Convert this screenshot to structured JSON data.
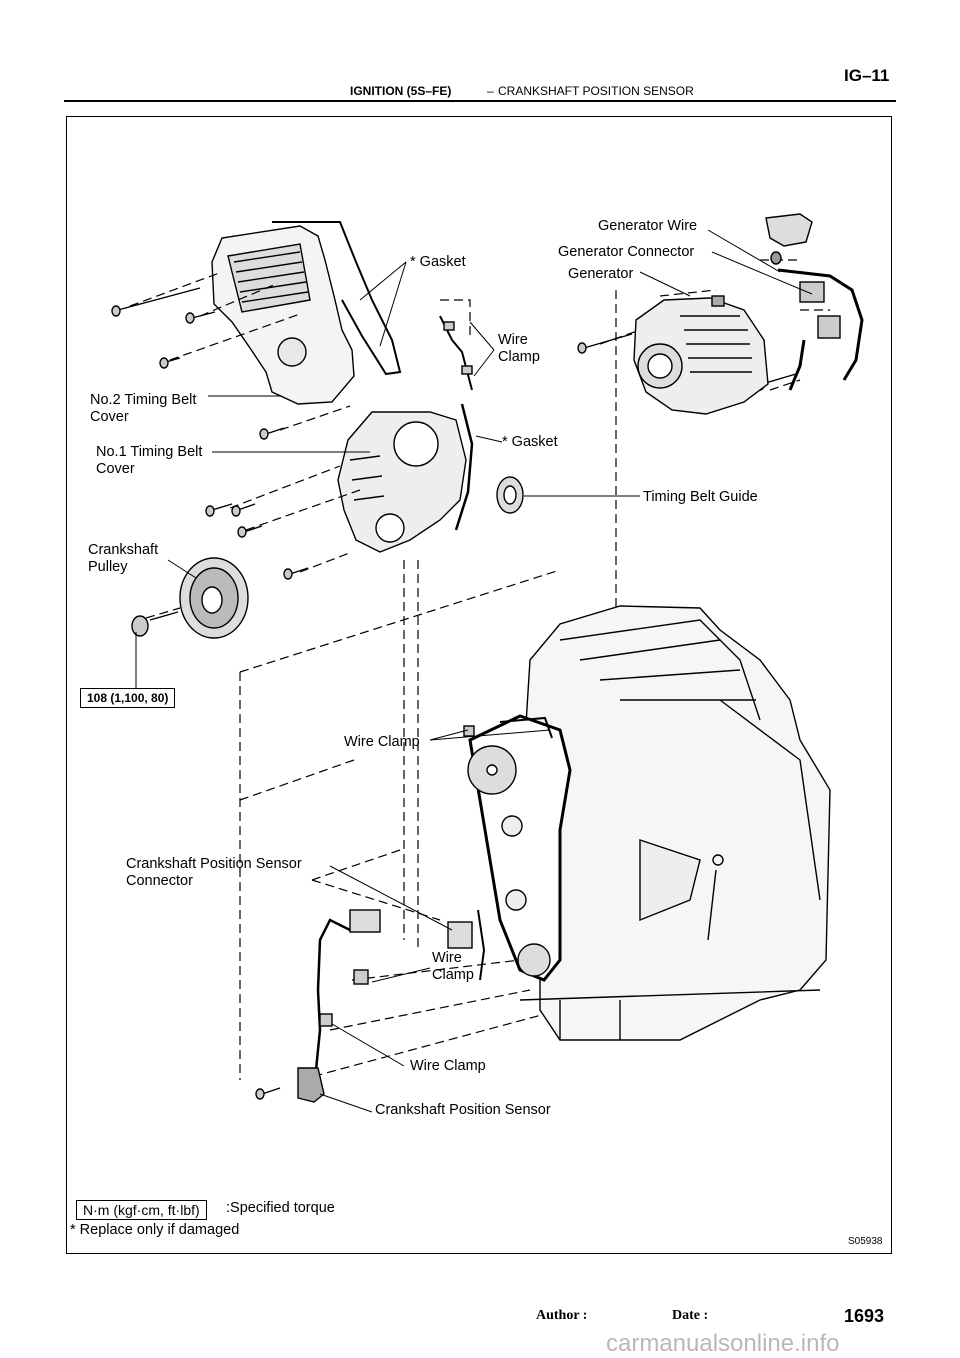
{
  "header": {
    "section": "IGNITION (5S–FE)",
    "dash": "–",
    "subject": "CRANKSHAFT POSITION SENSOR",
    "page_code": "IG–11"
  },
  "labels": {
    "generator_wire": "Generator Wire",
    "generator_connector": "Generator Connector",
    "generator": "Generator",
    "gasket_top": "* Gasket",
    "wire_clamp_top_1": "Wire",
    "wire_clamp_top_2": "Clamp",
    "no2_cover_1": "No.2 Timing Belt",
    "no2_cover_2": "Cover",
    "gasket_mid": "* Gasket",
    "no1_cover_1": "No.1 Timing Belt",
    "no1_cover_2": "Cover",
    "timing_belt_guide": "Timing Belt Guide",
    "crank_pulley_1": "Crankshaft",
    "crank_pulley_2": "Pulley",
    "torque_spec": "108 (1,100, 80)",
    "wire_clamp_mid": "Wire Clamp",
    "cps_connector_1": "Crankshaft  Position  Sensor",
    "cps_connector_2": "Connector",
    "wire_clamp_low_1": "Wire",
    "wire_clamp_low_2": "Clamp",
    "wire_clamp_bottom": "Wire Clamp",
    "cps": "Crankshaft Position Sensor"
  },
  "legend": {
    "unit_box": "N·m (kgf·cm, ft·lbf)",
    "unit_text": ":Specified torque",
    "note": "* Replace only if damaged"
  },
  "figure_id": "S05938",
  "footer": {
    "author": "Author :",
    "date": "Date :",
    "page_number": "1693"
  },
  "watermark": "carmanualsonline.info"
}
